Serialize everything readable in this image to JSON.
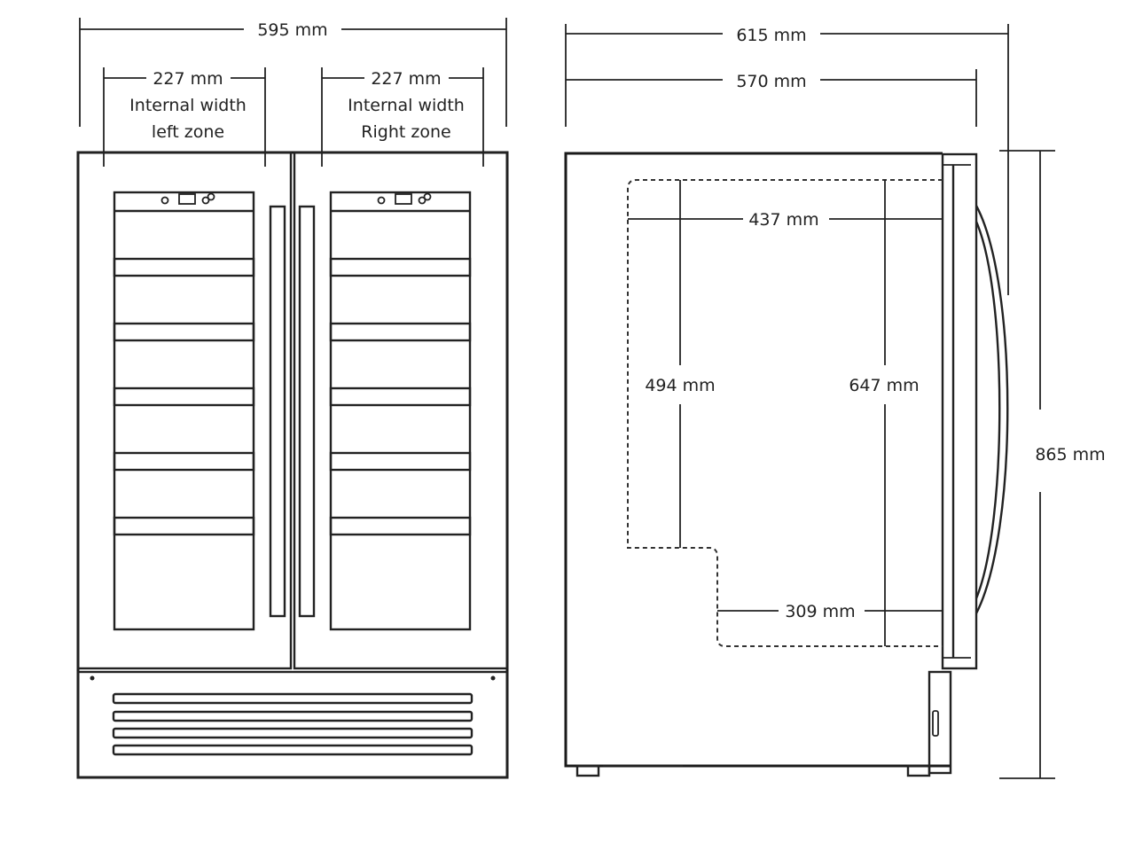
{
  "front_view": {
    "overall_width": "595 mm",
    "left_zone": {
      "width": "227 mm",
      "line1": "Internal width",
      "line2": "left zone"
    },
    "right_zone": {
      "width": "227 mm",
      "line1": "Internal width",
      "line2": "Right zone"
    }
  },
  "side_view": {
    "depth_with_door": "615 mm",
    "depth_body": "570 mm",
    "internal_depth_top": "437 mm",
    "internal_depth_bottom": "309 mm",
    "internal_height_front": "494 mm",
    "internal_height_back": "647 mm",
    "overall_height": "865 mm"
  },
  "colors": {
    "line": "#222222",
    "background": "#ffffff"
  }
}
